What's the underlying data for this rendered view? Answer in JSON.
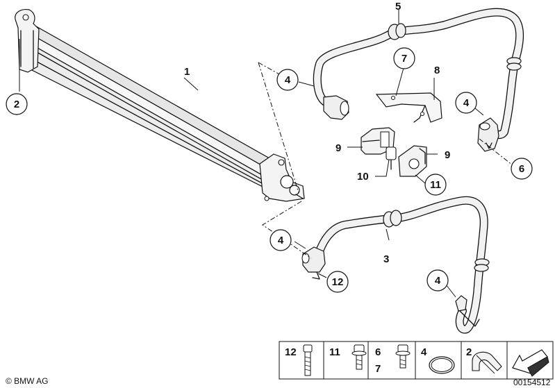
{
  "callouts": {
    "c1": "1",
    "c2": "2",
    "c3": "3",
    "c4a": "4",
    "c4b": "4",
    "c4c": "4",
    "c4d": "4",
    "c5": "5",
    "c6": "6",
    "c7": "7",
    "c8": "8",
    "c9a": "9",
    "c9b": "9",
    "c10": "10",
    "c11": "11",
    "c12": "12"
  },
  "parts_table": {
    "c12": "12",
    "c11": "11",
    "c6": "6",
    "c7": "7",
    "c4": "4",
    "c2": "2"
  },
  "footer": {
    "copyright": "© BMW AG",
    "diagram_number": "00154512"
  }
}
